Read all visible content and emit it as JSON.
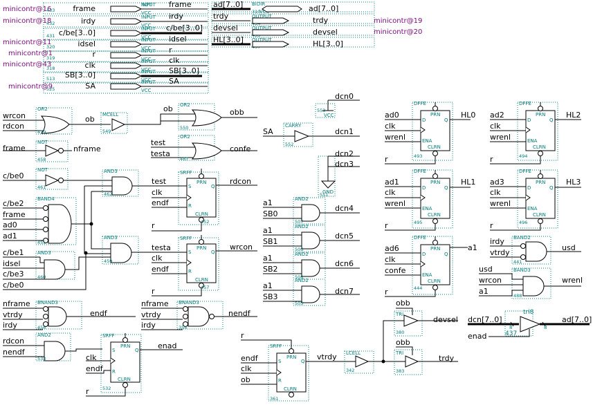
{
  "pins_left": [
    {
      "part": "minicontr@16",
      "num": "433",
      "name": "frame",
      "prim": "INPUT",
      "out": "frame"
    },
    {
      "part": "minicontr@18",
      "num": "432",
      "name": "irdy",
      "prim": "INPUT",
      "out": "irdy"
    },
    {
      "part": "",
      "num": "431",
      "name": "c/be[3..0]",
      "prim": "INPUT",
      "out": "c/be[3..0]"
    },
    {
      "part": "minicontr@11",
      "num": "320",
      "name": "idsel",
      "prim": "INPUT",
      "out": "idsel"
    },
    {
      "part": "minicontr@1",
      "num": "319",
      "name": "r",
      "prim": "INPUT",
      "out": "r"
    },
    {
      "part": "minicontr@43",
      "num": "318",
      "name": "clk",
      "prim": "INPUT",
      "out": "clk"
    },
    {
      "part": "",
      "num": "513",
      "name": "SB[3..0]",
      "prim": "INPUT",
      "out": "SB[3..0]"
    },
    {
      "part": "minicontr@9",
      "num": "525",
      "name": "SA",
      "prim": "INPUT",
      "out": "SA"
    }
  ],
  "pins_right": [
    {
      "name": "ad[7..0]",
      "prim": "BIDIR",
      "num": "310",
      "out": "ad[7..0]",
      "part": ""
    },
    {
      "name": "trdy",
      "prim": "OUTPUT",
      "num": "434",
      "out": "trdy",
      "part": "minicontr@19"
    },
    {
      "name": "devsel",
      "prim": "OUTPUT",
      "num": "435",
      "out": "devsel",
      "part": "minicontr@20"
    },
    {
      "name": "HL[3..0]",
      "prim": "OUTPUT",
      "num": "497",
      "out": "HL[3..0]",
      "part": ""
    }
  ],
  "vcc": "VCC",
  "gnd": "GND",
  "prim": {
    "or2": "OR2",
    "mcell": "MCELL",
    "not": "NOT",
    "and3": "AND3",
    "and2": "AND2",
    "bnand3": "BNAND3",
    "band4": "BAND4",
    "band2": "BAND2",
    "band3": "BAND3",
    "srff": "SRFF",
    "dffe": "DFFE",
    "carry": "CARRY",
    "lcell": "LCELL",
    "tri": "TRI",
    "tri8": "tri8"
  },
  "pinlabels": {
    "prn": "PRN",
    "clrn": "CLRN",
    "s": "S",
    "r": "R",
    "q": "Q",
    "d": "D",
    "ena": "ENA"
  },
  "gates": {
    "g479": {
      "num": "479",
      "in": [
        "wrcon",
        "rdcon"
      ],
      "out": "ob"
    },
    "g549": {
      "num": "549"
    },
    "g550": {
      "num": "550",
      "in": [
        "ob"
      ],
      "out": "obb"
    },
    "g458": {
      "num": "458",
      "in": [
        "frame"
      ],
      "out": "nframe"
    },
    "g487": {
      "num": "487",
      "in": [
        "test",
        "testa"
      ],
      "out": "confe"
    },
    "g461": {
      "num": "461",
      "in": [
        "c/be0"
      ]
    },
    "g462": {
      "num": "462"
    },
    "g455": {
      "num": "455",
      "in": [
        "c/be2",
        "frame",
        "ad0",
        "ad1"
      ]
    },
    "g459": {
      "num": "459"
    },
    "g460": {
      "num": "460",
      "in": [
        "c/be1",
        "idsel",
        "c/be3",
        "c/be0"
      ]
    },
    "g456": {
      "num": "456",
      "in": [
        "nframe",
        "vtrdy",
        "irdy"
      ],
      "out": "endf"
    },
    "g354": {
      "num": "354",
      "in": [
        "nframe",
        "vtrdy",
        "irdy"
      ],
      "out": "nendf"
    },
    "g533": {
      "num": "533",
      "in": [
        "rdcon",
        "nendf"
      ]
    },
    "g553": {
      "num": "553",
      "out": "dcn0"
    },
    "g552": {
      "num": "552",
      "in": [
        "SA"
      ],
      "out": "dcn1"
    },
    "g551": {
      "num": "551",
      "out": [
        "dcn2",
        "dcn3"
      ]
    },
    "g507": {
      "num": "507",
      "in": [
        "a1",
        "SB0"
      ],
      "out": "dcn4"
    },
    "g506": {
      "num": "506",
      "in": [
        "a1",
        "SB1"
      ],
      "out": "dcn5"
    },
    "g508": {
      "num": "508",
      "in": [
        "a1",
        "SB2"
      ],
      "out": "dcn6"
    },
    "g505": {
      "num": "505",
      "in": [
        "a1",
        "SB3"
      ],
      "out": "dcn7"
    },
    "g342": {
      "num": "342",
      "out": "vtrdy"
    },
    "g380": {
      "num": "380",
      "in": [
        "obb"
      ],
      "out": "devsel"
    },
    "g383": {
      "num": "383",
      "in": [
        "obb"
      ],
      "out": "trdy"
    },
    "g441": {
      "num": "441",
      "in": [
        "irdy",
        "vtrdy"
      ],
      "out": "usd"
    },
    "g488": {
      "num": "488",
      "in": [
        "usd",
        "wrcon",
        "a1"
      ],
      "out": "wrenl"
    },
    "g437": {
      "num": "437",
      "in": [
        "dcn[7..0]",
        "enad"
      ],
      "out": "ad[7..0]",
      "w1": "8",
      "w2": "8"
    }
  },
  "flops": {
    "f452": {
      "num": "452",
      "in": [
        "test",
        "clk",
        "endf",
        "r"
      ],
      "out": "rdcon"
    },
    "f457": {
      "num": "457",
      "in": [
        "testa",
        "clk",
        "endf",
        "r"
      ],
      "out": "wrcon"
    },
    "f532": {
      "num": "532",
      "in": [
        "clk",
        "endf",
        "r"
      ],
      "out": "enad"
    },
    "f361": {
      "num": "361",
      "in": [
        "r",
        "endf",
        "clk",
        "ob"
      ]
    },
    "d493": {
      "num": "493",
      "in": [
        "ad0",
        "clk",
        "wrenl",
        "r"
      ],
      "out": "HL0"
    },
    "d494": {
      "num": "494",
      "in": [
        "ad2",
        "clk",
        "wrenl",
        "r"
      ],
      "out": "HL2"
    },
    "d495": {
      "num": "495",
      "in": [
        "ad1",
        "clk",
        "wrenl",
        "r"
      ],
      "out": "HL1"
    },
    "d496": {
      "num": "496",
      "in": [
        "ad3",
        "clk",
        "wrenl",
        "r"
      ],
      "out": "HL3"
    },
    "d444": {
      "num": "444",
      "in": [
        "ad6",
        "clk",
        "confe",
        "r"
      ],
      "out": "a1"
    }
  }
}
